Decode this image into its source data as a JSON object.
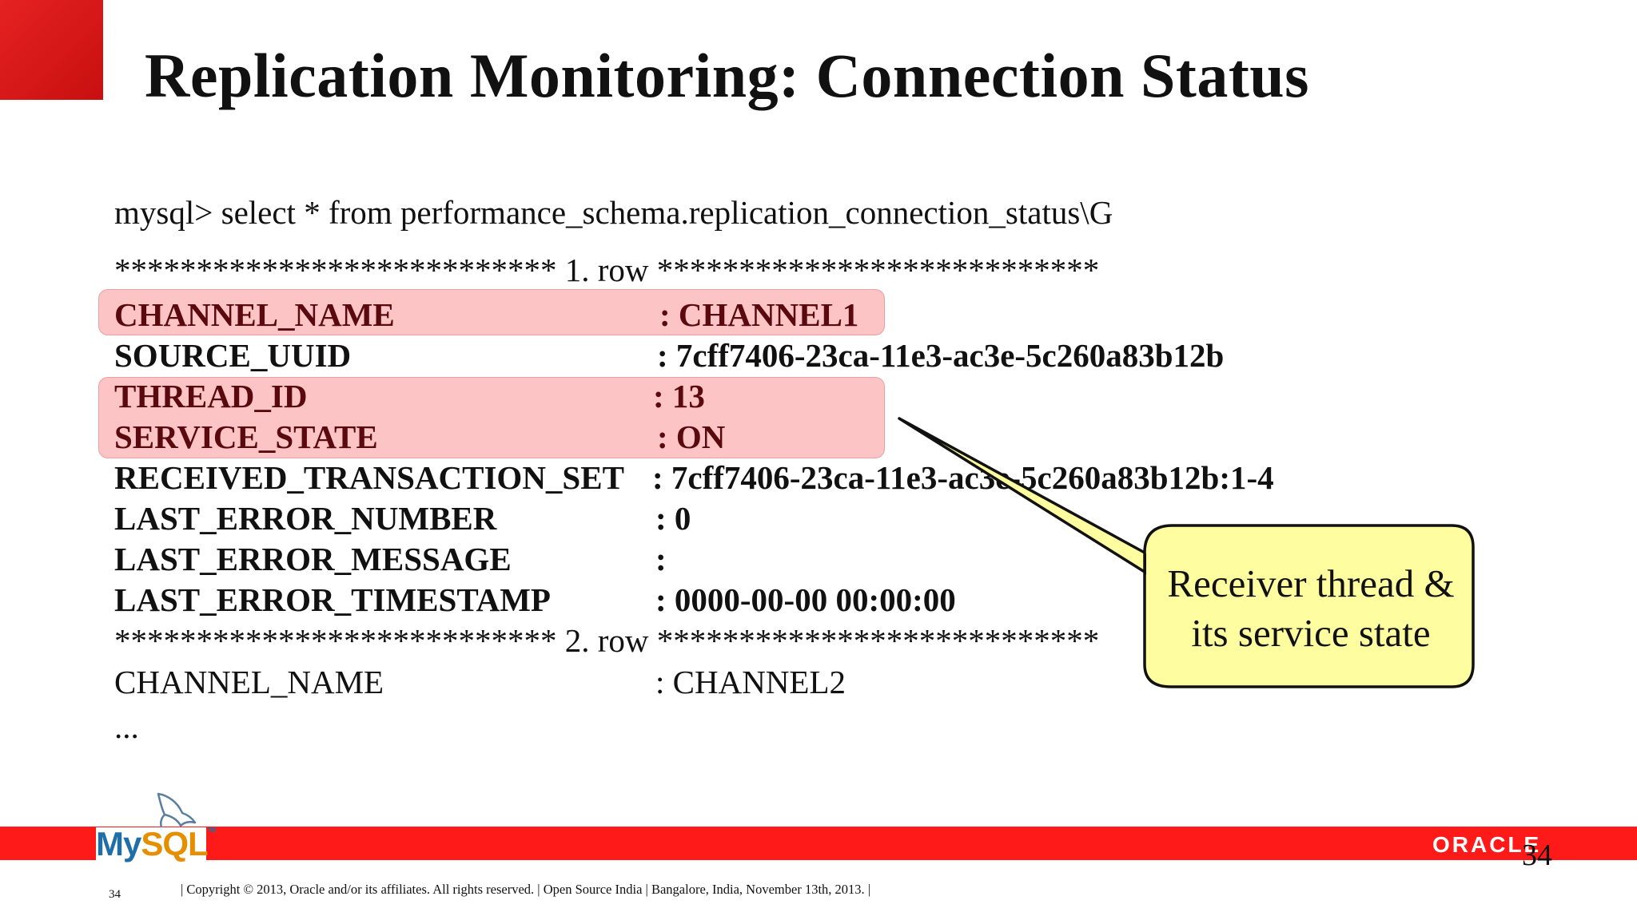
{
  "slide": {
    "title": "Replication Monitoring: Connection Status",
    "query": "mysql> select * from  performance_schema.replication_connection_status\\G",
    "row1_separator": "*************************** 1. row ***************************",
    "rows": [
      {
        "key": "CHANNEL_NAME",
        "value": ": CHANNEL1"
      },
      {
        "key": "SOURCE_UUID",
        "value": ": 7cff7406-23ca-11e3-ac3e-5c260a83b12b"
      },
      {
        "key": "THREAD_ID",
        "value": ": 13"
      },
      {
        "key": "SERVICE_STATE",
        "value": ": ON"
      },
      {
        "key": "RECEIVED_TRANSACTION_SET",
        "value": ": 7cff7406-23ca-11e3-ac3e-5c260a83b12b:1-4"
      },
      {
        "key": "LAST_ERROR_NUMBER",
        "value": ": 0"
      },
      {
        "key": "LAST_ERROR_MESSAGE",
        "value": ":"
      },
      {
        "key": "LAST_ERROR_TIMESTAMP",
        "value": ": 0000-00-00 00:00:00"
      }
    ],
    "row2_separator": "*************************** 2. row ***************************",
    "row2": {
      "key": "CHANNEL_NAME",
      "value": ": CHANNEL2"
    },
    "ellipsis": "...",
    "callout": {
      "line1": "Receiver thread &",
      "line2": "its service state",
      "fill_color": "#fefea0",
      "border_color": "#111111"
    },
    "highlight_color": "#fdc4c6"
  },
  "footer": {
    "mysql_my": "My",
    "mysql_sql": "SQL",
    "mysql_tm": "TM",
    "oracle": "ORACLE",
    "page_number": "34",
    "page_number_small": "34",
    "copyright": "| Copyright © 2013, Oracle and/or its affiliates. All rights reserved. | Open Source India | Bangalore, India, November 13th, 2013. |",
    "band_color": "#ff1a1a"
  }
}
